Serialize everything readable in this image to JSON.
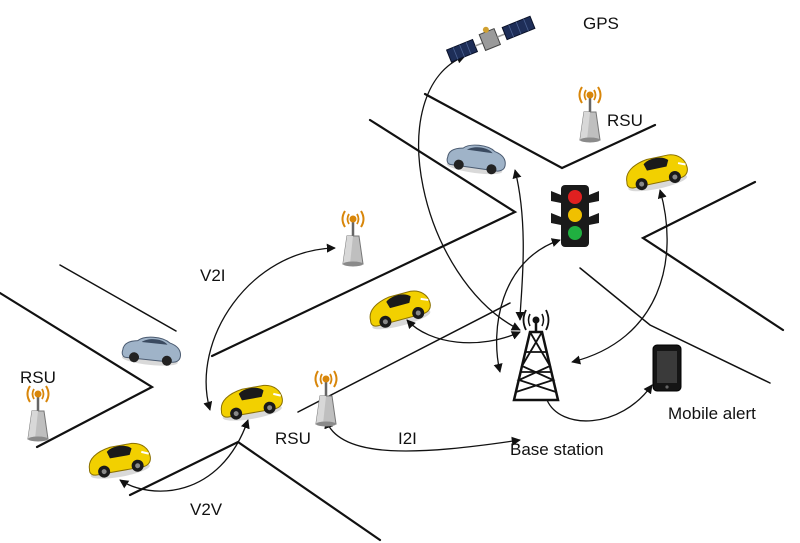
{
  "labels": {
    "gps": "GPS",
    "rsu_top": "RSU",
    "rsu_left": "RSU",
    "rsu_center": "RSU",
    "v2i": "V2I",
    "v2v": "V2V",
    "i2i": "I2I",
    "base_station": "Base station",
    "mobile_alert": "Mobile alert"
  },
  "colors": {
    "road": "#111111",
    "sports_car": "#f2d000",
    "sedan": "#9fb3c8",
    "signal_red": "#e02020",
    "signal_yellow": "#f0c000",
    "signal_green": "#20b040"
  },
  "icons": {
    "satellite": "satellite-icon",
    "rsu": "rsu-antenna-icon",
    "base_station": "cell-tower-icon",
    "traffic_light": "traffic-light-icon",
    "phone": "smartphone-icon",
    "sports_car": "sports-car-icon",
    "sedan": "sedan-car-icon"
  }
}
